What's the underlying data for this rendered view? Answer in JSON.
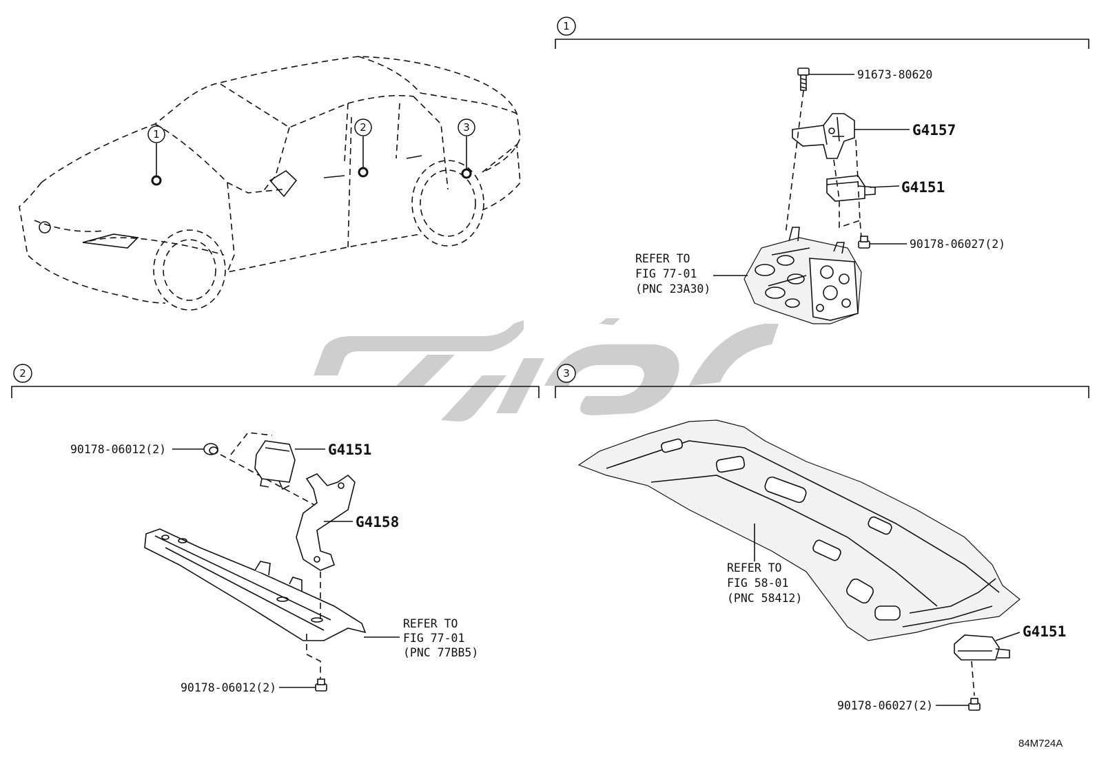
{
  "overview": {
    "locations": [
      {
        "number": "1"
      },
      {
        "number": "2"
      },
      {
        "number": "3"
      }
    ]
  },
  "sections": {
    "s1": {
      "number": "1",
      "callouts": {
        "bolt": "91673-80620",
        "bracket": "G4157",
        "sensor": "G4151",
        "nut": "90178-06027(2)"
      },
      "refer": [
        "REFER TO",
        "FIG 77-01",
        "(PNC 23A30)"
      ]
    },
    "s2": {
      "number": "2",
      "callouts": {
        "nut_top": "90178-06012(2)",
        "sensor": "G4151",
        "bracket": "G4158",
        "nut_bottom": "90178-06012(2)"
      },
      "refer": [
        "REFER TO",
        "FIG 77-01",
        "(PNC 77BB5)"
      ]
    },
    "s3": {
      "number": "3",
      "callouts": {
        "sensor": "G4151",
        "nut": "90178-06027(2)"
      },
      "refer": [
        "REFER TO",
        "FIG 58-01",
        "(PNC 58412)"
      ]
    }
  },
  "figure_id": "84M724A",
  "colors": {
    "line": "#111111",
    "watermark": "#c8c8c8"
  }
}
